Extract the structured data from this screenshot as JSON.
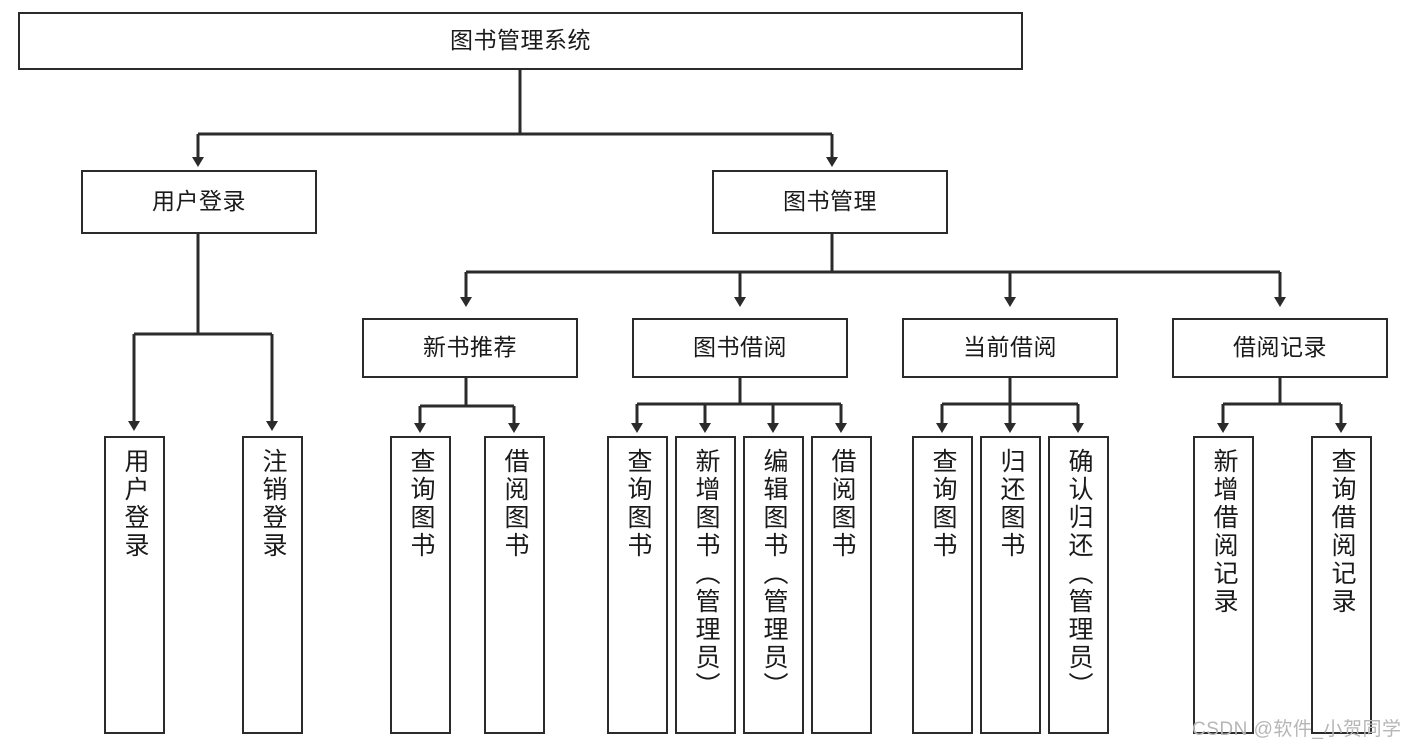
{
  "diagram": {
    "title": "图书管理系统",
    "type": "hierarchy-tree",
    "root": {
      "label": "图书管理系统"
    },
    "level2": [
      {
        "label": "用户登录"
      },
      {
        "label": "图书管理"
      }
    ],
    "level3": [
      {
        "label": "新书推荐"
      },
      {
        "label": "图书借阅"
      },
      {
        "label": "当前借阅"
      },
      {
        "label": "借阅记录"
      }
    ],
    "leaves": {
      "user_login": [
        {
          "label": "用户登录"
        },
        {
          "label": "注销登录"
        }
      ],
      "new_book_recommend": [
        {
          "label": "查询图书"
        },
        {
          "label": "借阅图书"
        }
      ],
      "book_borrow": [
        {
          "label": "查询图书"
        },
        {
          "label": "新增图书（管理员）"
        },
        {
          "label": "编辑图书（管理员）"
        },
        {
          "label": "借阅图书"
        }
      ],
      "current_borrow": [
        {
          "label": "查询图书"
        },
        {
          "label": "归还图书"
        },
        {
          "label": "确认归还（管理员）"
        }
      ],
      "borrow_record": [
        {
          "label": "新增借阅记录"
        },
        {
          "label": "查询借阅记录"
        }
      ]
    }
  },
  "watermark": {
    "text": "CSDN @软件_小贺同学"
  },
  "colors": {
    "stroke": "#2b2b2b",
    "background": "#ffffff",
    "text": "#1a1a1a",
    "watermark": "#b6b6b6"
  }
}
